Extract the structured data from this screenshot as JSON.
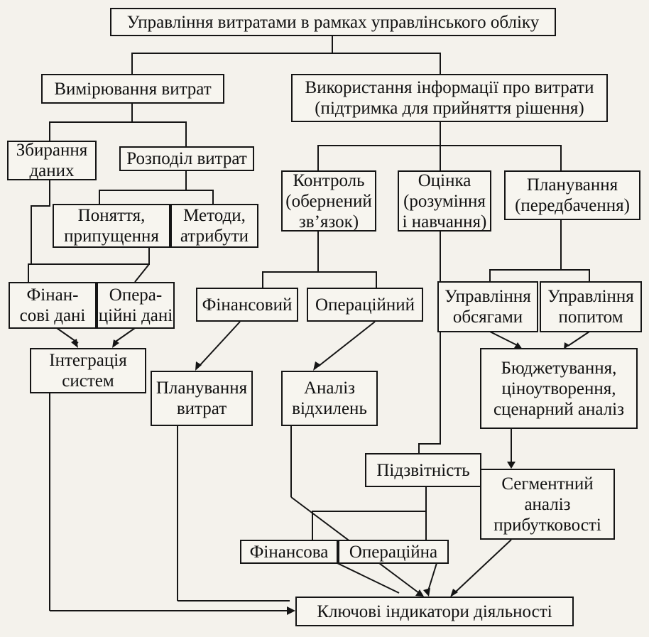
{
  "diagram": {
    "root": [
      "Управління витратами в рамках управлінського обліку"
    ],
    "measurement": [
      "Вимірювання витрат"
    ],
    "usage": [
      "Використання інформації про витрати",
      "(підтримка для прийняття рішення)"
    ],
    "collection": [
      "Збирання",
      "даних"
    ],
    "allocation": [
      "Розподіл витрат"
    ],
    "concepts": [
      "Поняття,",
      "припущення"
    ],
    "methods": [
      "Методи,",
      "атрибути"
    ],
    "control": [
      "Контроль",
      "(обернений",
      "зв’язок)"
    ],
    "evaluation": [
      "Оцінка",
      "(розуміння",
      "і навчання)"
    ],
    "planning": [
      "Планування",
      "(передбачення)"
    ],
    "financial_data": [
      "Фінан-",
      "сові дані"
    ],
    "operational_data": [
      "Опера-",
      "ційні дані"
    ],
    "financial": [
      "Фінансовий"
    ],
    "operational": [
      "Операційний"
    ],
    "volume_mgmt": [
      "Управління",
      "обсягами"
    ],
    "demand_mgmt": [
      "Управління",
      "попитом"
    ],
    "integration": [
      "Інтеграція",
      "систем"
    ],
    "cost_planning": [
      "Планування",
      "витрат"
    ],
    "variance": [
      "Аналіз",
      "відхилень"
    ],
    "budgeting": [
      "Бюджетування,",
      "ціноутворення,",
      "сценарний аналіз"
    ],
    "reporting": [
      "Підзвітність"
    ],
    "segment": [
      "Сегментний",
      "аналіз",
      "прибутковості"
    ],
    "fin_reporting": [
      "Фінансова"
    ],
    "op_reporting": [
      "Операційна"
    ],
    "kpi": [
      "Ключові індикатори діяльності"
    ]
  },
  "colors": {
    "ink": "#151515",
    "paper": "#f4f2ec"
  }
}
